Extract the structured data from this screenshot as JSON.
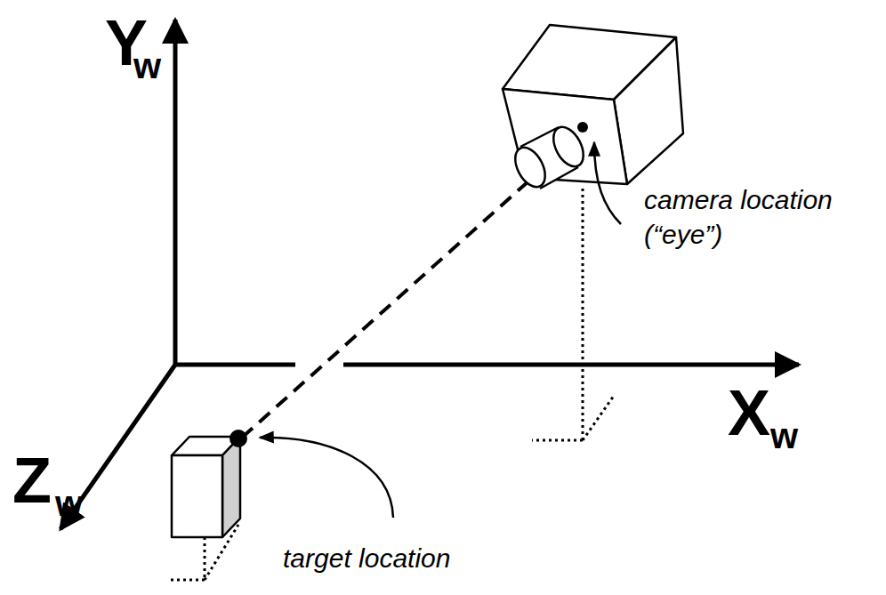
{
  "diagram": {
    "labels": [
      "Y",
      "w",
      "camera location (“eye”)",
      "X",
      "w",
      "Z",
      "w",
      "target location"
    ]
  }
}
